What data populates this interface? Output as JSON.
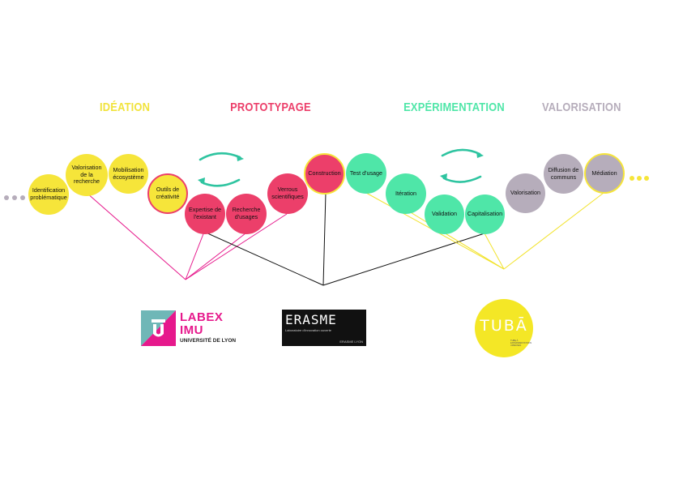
{
  "phases": {
    "ideation": {
      "label": "IDÉATION",
      "color": "#f1e33c"
    },
    "prototypage": {
      "label": "PROTOTYPAGE",
      "color": "#ec3f6a"
    },
    "experimentation": {
      "label": "EXPÉRIMENTATION",
      "color": "#4fe6a8"
    },
    "valorisation": {
      "label": "VALORISATION",
      "color": "#b6adbb"
    }
  },
  "nodes": {
    "identification": {
      "label": "Identification problématique"
    },
    "valorisation_recherche": {
      "label": "Valorisation de la recherche"
    },
    "mobilisation": {
      "label": "Mobilisation écosystème"
    },
    "outils": {
      "label": "Outils de créativité"
    },
    "expertise": {
      "label": "Expertise de l'existant"
    },
    "recherche_usages": {
      "label": "Recherche d'usages"
    },
    "verrous": {
      "label": "Verrous scientifiques"
    },
    "construction": {
      "label": "Construction"
    },
    "test_usage": {
      "label": "Test d'usage"
    },
    "iteration": {
      "label": "Itération"
    },
    "validation": {
      "label": "Validation"
    },
    "capitalisation": {
      "label": "Capitalisation"
    },
    "valorisation": {
      "label": "Valorisation"
    },
    "diffusion": {
      "label": "Diffusion de communs"
    },
    "mediation": {
      "label": "Médiation"
    }
  },
  "colors": {
    "yellow": "#f6e53a",
    "pink": "#ec3f6a",
    "green": "#4fe6a8",
    "grey": "#b6adbb",
    "cycle_arrow": "#2ec4a0",
    "labex_line": "#e6198c",
    "erasme_line": "#111111",
    "tuba_line": "#f2e32e"
  },
  "logos": {
    "labex": {
      "line1": "LABEX",
      "line2": "IMU",
      "line3": "UNIVERSITÉ DE LYON"
    },
    "erasme": {
      "title": "ERASME",
      "subtitle": "Laboratoire d'innovation ouverte",
      "tag": "ERASME LYON"
    },
    "tuba": {
      "name": "TUBĀ",
      "small": "TUBE À EXPÉRIMENTATIONS URBAINES"
    }
  }
}
